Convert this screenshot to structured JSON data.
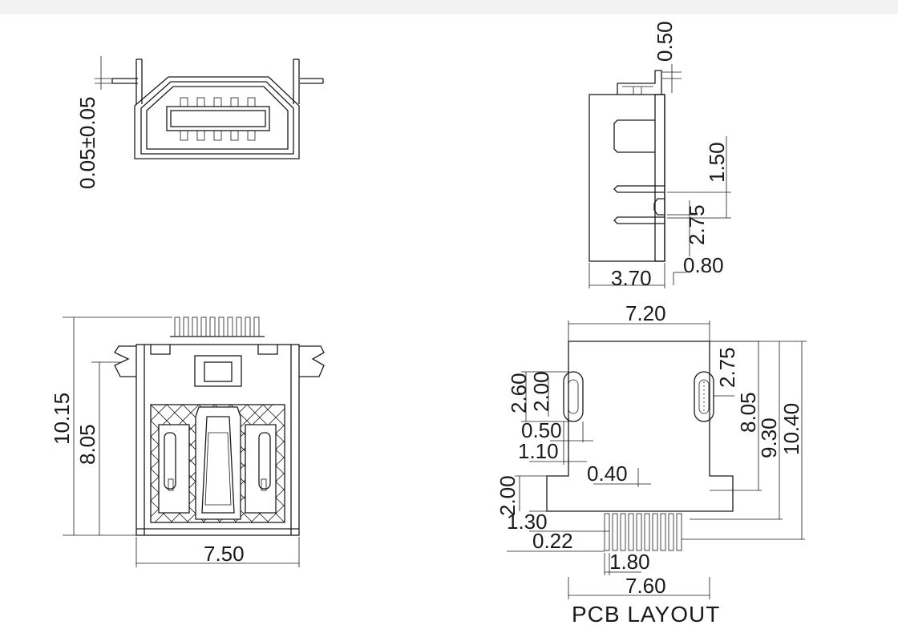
{
  "front_view": {
    "dims": {
      "tolerance": "0.05±0.05"
    }
  },
  "side_view": {
    "dims": {
      "top": "0.50",
      "pitch": "1.50",
      "gap": "2.75",
      "offset": "0.80",
      "depth": "3.70"
    }
  },
  "bottom_view": {
    "dims": {
      "height_total": "10.15",
      "height_body": "8.05",
      "width": "7.50"
    }
  },
  "pcb_layout": {
    "title": "PCB LAYOUT",
    "dims": {
      "top_width": "7.20",
      "slot_right": "2.75",
      "slot_left_outer": "2.60",
      "slot_left_inner": "2.00",
      "slot_width": "0.50",
      "slot_offset": "1.10",
      "step_height": "2.00",
      "lower_offset": "1.30",
      "pin_width": "0.22",
      "pin_gap": "0.40",
      "v_805": "8.05",
      "v_930": "9.30",
      "v_1040": "10.40",
      "pin_span": "1.80",
      "bottom_width": "7.60"
    }
  }
}
